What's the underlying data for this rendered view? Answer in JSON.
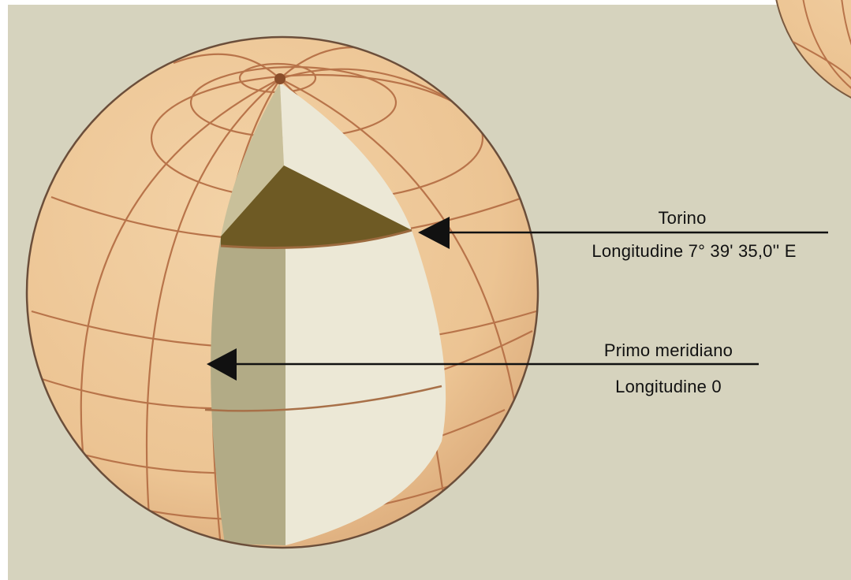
{
  "annotations": {
    "torino": {
      "name": "Torino",
      "longitude": "Longitudine 7° 39' 35,0'' E"
    },
    "prime_meridian": {
      "name": "Primo meridiano",
      "longitude": "Longitudine 0"
    }
  },
  "colors": {
    "background": "#d6d3be",
    "globe_fill": "#efc898",
    "grid_line": "#b8744a",
    "wedge_light": "#ece8d6",
    "wedge_shaded": "#b2ab86",
    "wedge_dark": "#6e5a24"
  }
}
